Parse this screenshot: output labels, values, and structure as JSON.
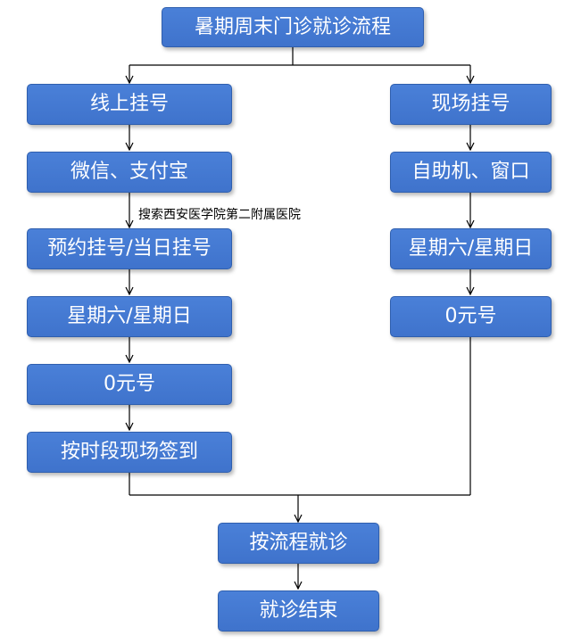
{
  "colors": {
    "box_fill": "#4275d1",
    "box_border": "#2f5fae",
    "line": "#000000"
  },
  "title": "暑期周末门诊就诊流程",
  "left_branch": [
    "线上挂号",
    "微信、支付宝",
    "预约挂号/当日挂号",
    "星期六/星期日",
    "0元号",
    "按时段现场签到"
  ],
  "left_note": "搜索西安医学院第二附属医院",
  "right_branch": [
    "现场挂号",
    "自助机、窗口",
    "星期六/星期日",
    "0元号"
  ],
  "merge_steps": [
    "按流程就诊",
    "就诊结束"
  ]
}
